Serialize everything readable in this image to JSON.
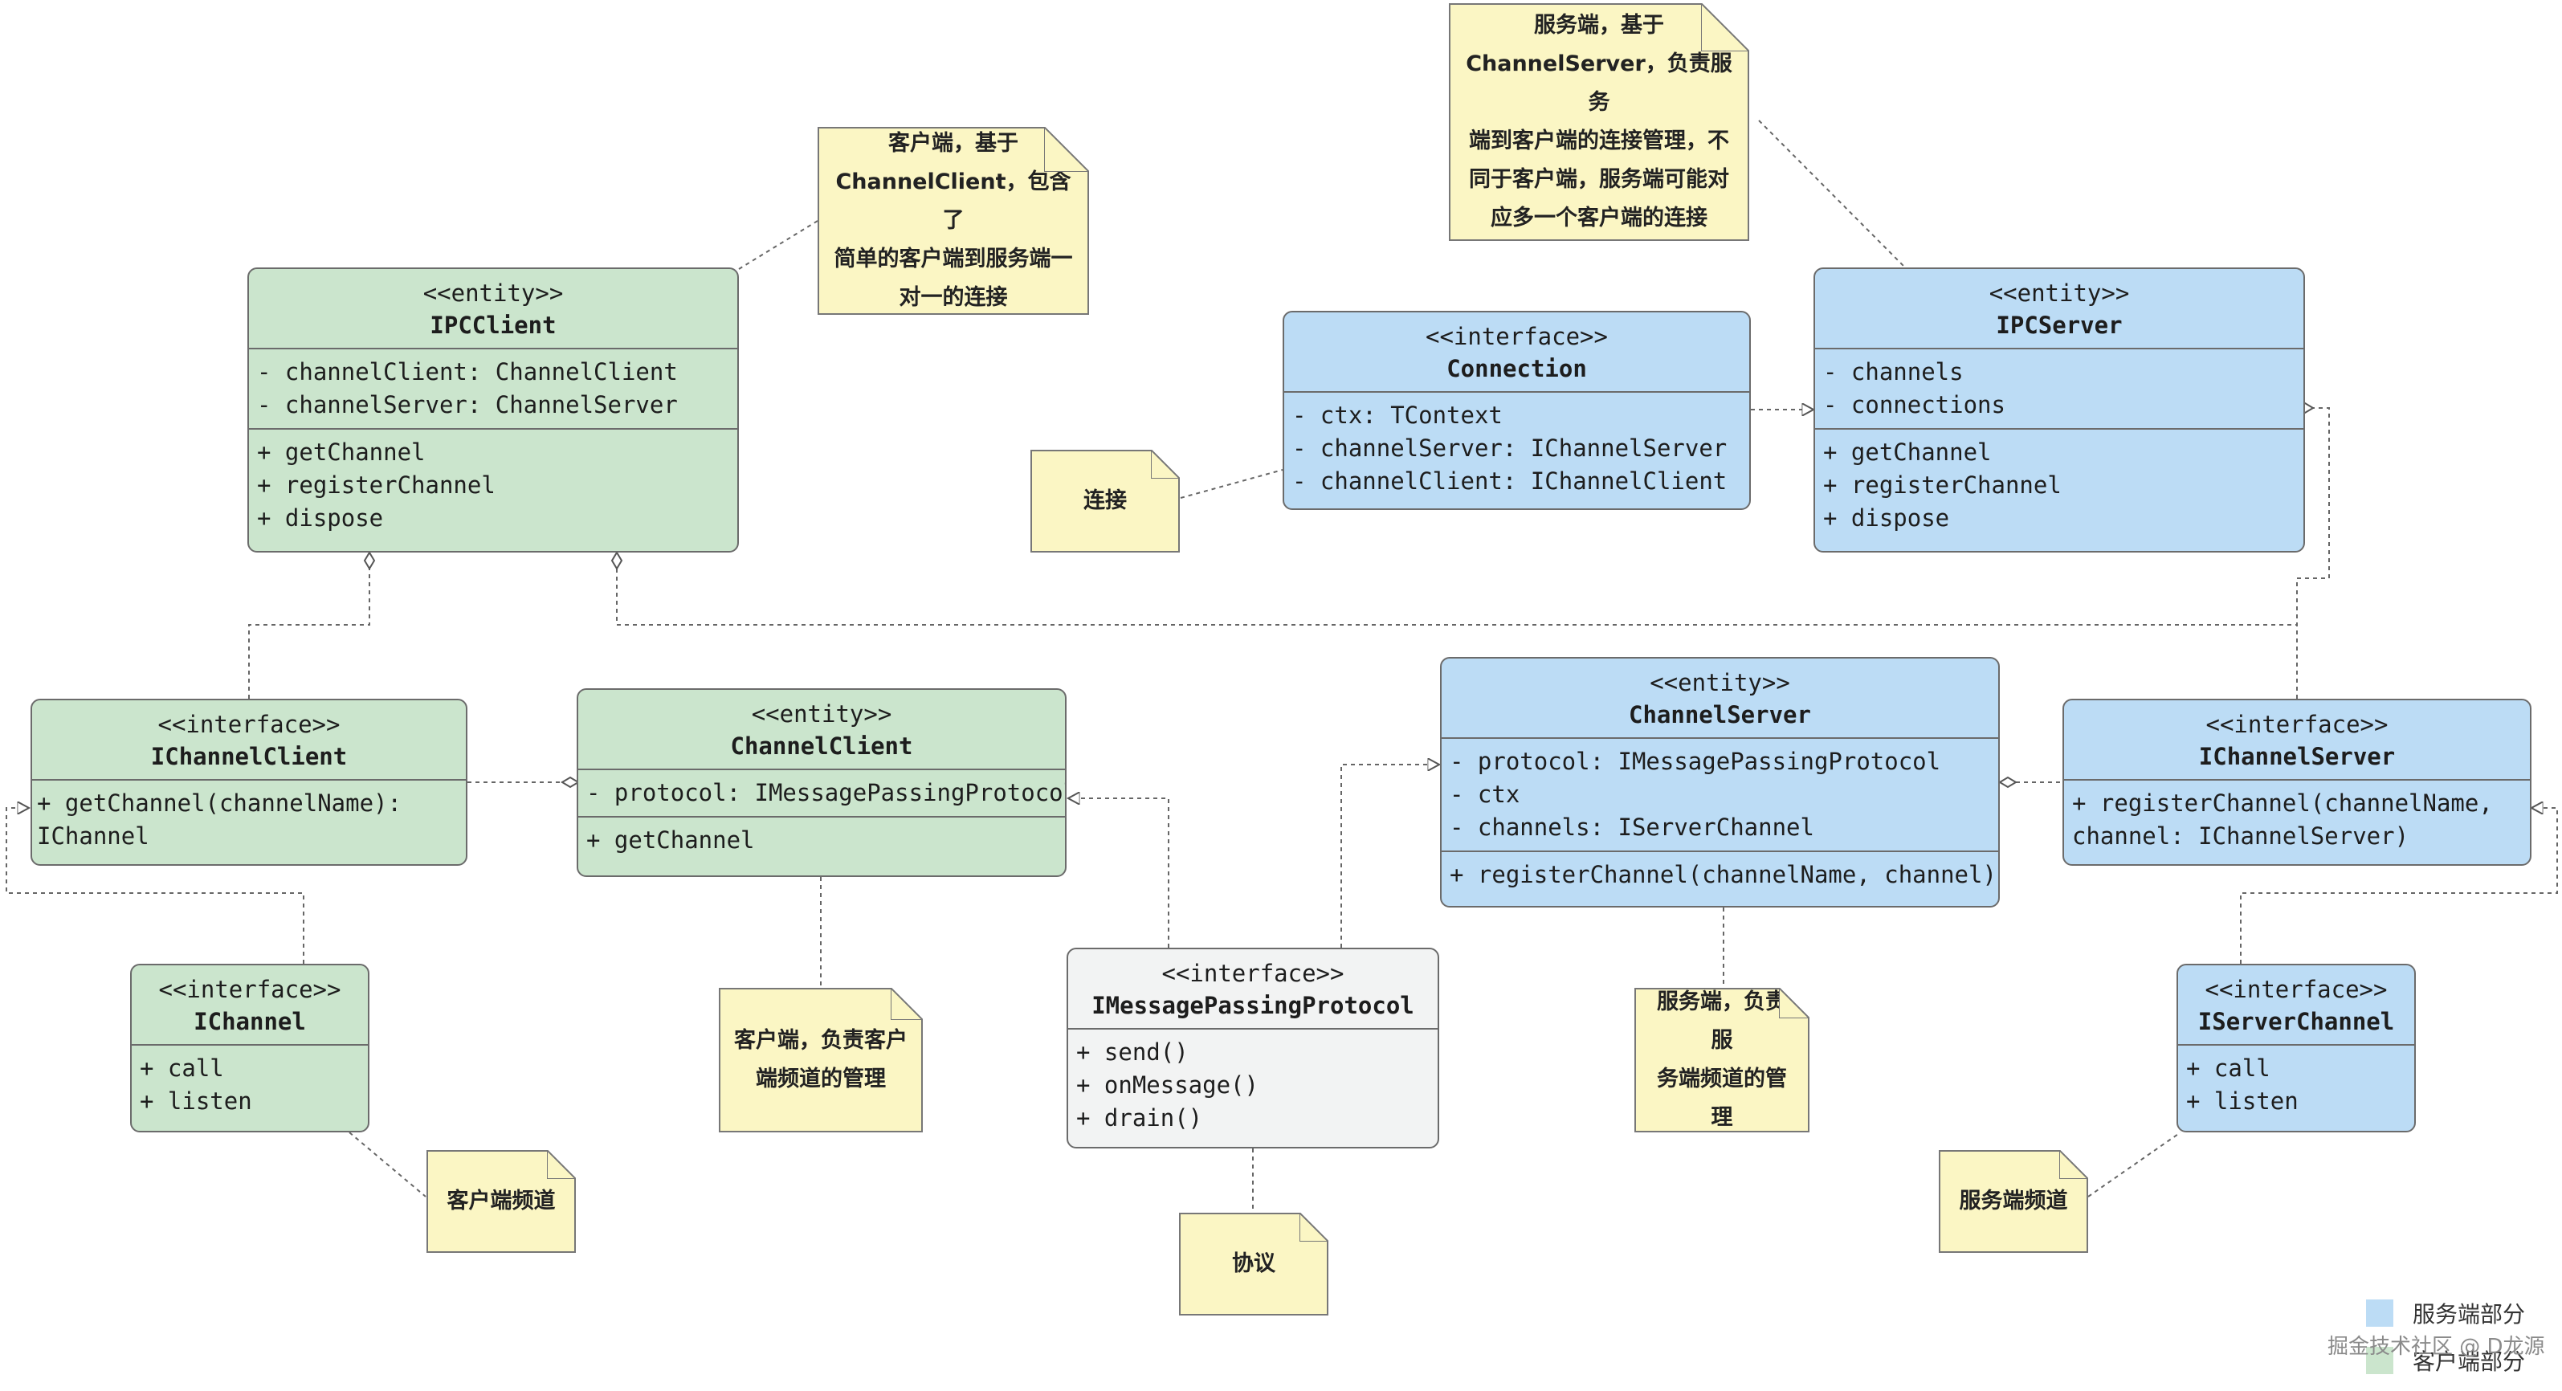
{
  "classes": {
    "ipcclient": {
      "stereotype": "<<entity>>",
      "name": "IPCClient",
      "fields": [
        "- channelClient: ChannelClient",
        "- channelServer: ChannelServer"
      ],
      "methods": [
        "+ getChannel",
        "+ registerChannel",
        "+ dispose"
      ]
    },
    "connection": {
      "stereotype": "<<interface>>",
      "name": "Connection",
      "fields": [
        "- ctx: TContext",
        "- channelServer: IChannelServer",
        "- channelClient: IChannelClient"
      ]
    },
    "ipcserver": {
      "stereotype": "<<entity>>",
      "name": "IPCServer",
      "fields": [
        "- channels",
        "- connections"
      ],
      "methods": [
        "+ getChannel",
        "+ registerChannel",
        "+ dispose"
      ]
    },
    "ichannelclient": {
      "stereotype": "<<interface>>",
      "name": "IChannelClient",
      "methods": [
        "+ getChannel(channelName):",
        "IChannel"
      ]
    },
    "channelclient": {
      "stereotype": "<<entity>>",
      "name": "ChannelClient",
      "fields": [
        "- protocol: IMessagePassingProtocol"
      ],
      "methods": [
        "+ getChannel"
      ]
    },
    "channelserver": {
      "stereotype": "<<entity>>",
      "name": "ChannelServer",
      "fields": [
        "- protocol: IMessagePassingProtocol",
        "- ctx",
        "- channels: IServerChannel"
      ],
      "methods": [
        "+ registerChannel(channelName, channel)"
      ]
    },
    "ichannelserver": {
      "stereotype": "<<interface>>",
      "name": "IChannelServer",
      "methods": [
        "+ registerChannel(channelName,",
        "channel: IChannelServer)"
      ]
    },
    "ichannel": {
      "stereotype": "<<interface>>",
      "name": "IChannel",
      "methods": [
        "+ call",
        "+ listen"
      ]
    },
    "imessagepassingprotocol": {
      "stereotype": "<<interface>>",
      "name": "IMessagePassingProtocol",
      "methods": [
        "+ send()",
        "+ onMessage()",
        "+ drain()"
      ]
    },
    "iserverchannel": {
      "stereotype": "<<interface>>",
      "name": "IServerChannel",
      "methods": [
        "+ call",
        "+ listen"
      ]
    }
  },
  "notes": {
    "client_note": [
      "客户端，基于",
      "ChannelClient，包含了",
      "简单的客户端到服务端一",
      "对一的连接"
    ],
    "server_note": [
      "服务端，基于",
      "ChannelServer，负责服务",
      "端到客户端的连接管理，不",
      "同于客户端，服务端可能对",
      "应多一个客户端的连接"
    ],
    "connection_note": [
      "连接"
    ],
    "channelclient_note": [
      "客户端，负责客户",
      "端频道的管理"
    ],
    "channelserver_note": [
      "服务端，负责服",
      "务端频道的管理"
    ],
    "ichannel_note": [
      "客户端频道"
    ],
    "protocol_note": [
      "协议"
    ],
    "iserverchannel_note": [
      "服务端频道"
    ]
  },
  "legend": {
    "server": {
      "label": "服务端部分",
      "color": "#bcdcf5"
    },
    "client": {
      "label": "客户端部分",
      "color": "#cbe5cd"
    }
  },
  "watermark": "掘金技术社区 @ D龙源",
  "colors": {
    "client_fill": "#cbe5cd",
    "server_fill": "#bcdcf5",
    "protocol_fill": "#f2f3f3",
    "note_fill": "#fbf6c4"
  }
}
